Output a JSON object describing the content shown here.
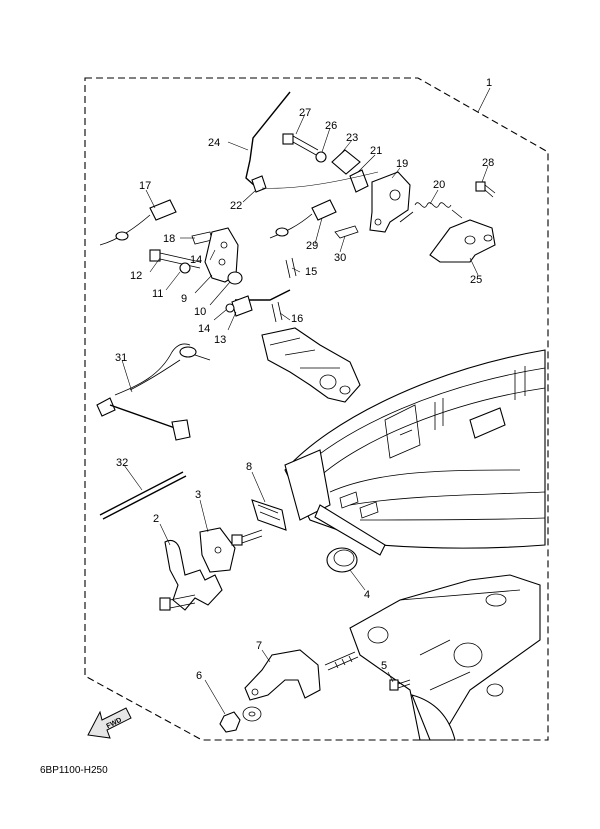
{
  "diagram": {
    "code": "6BP1100-H250",
    "fwd_label": "FWD",
    "callouts": [
      "1",
      "2",
      "3",
      "4",
      "5",
      "6",
      "7",
      "8",
      "9",
      "10",
      "11",
      "12",
      "13",
      "14",
      "14",
      "15",
      "16",
      "17",
      "18",
      "19",
      "20",
      "21",
      "22",
      "23",
      "24",
      "25",
      "26",
      "27",
      "28",
      "29",
      "30",
      "31",
      "32"
    ]
  },
  "colors": {
    "line": "#000000",
    "background": "#ffffff",
    "shading": "#e6e6e6"
  }
}
